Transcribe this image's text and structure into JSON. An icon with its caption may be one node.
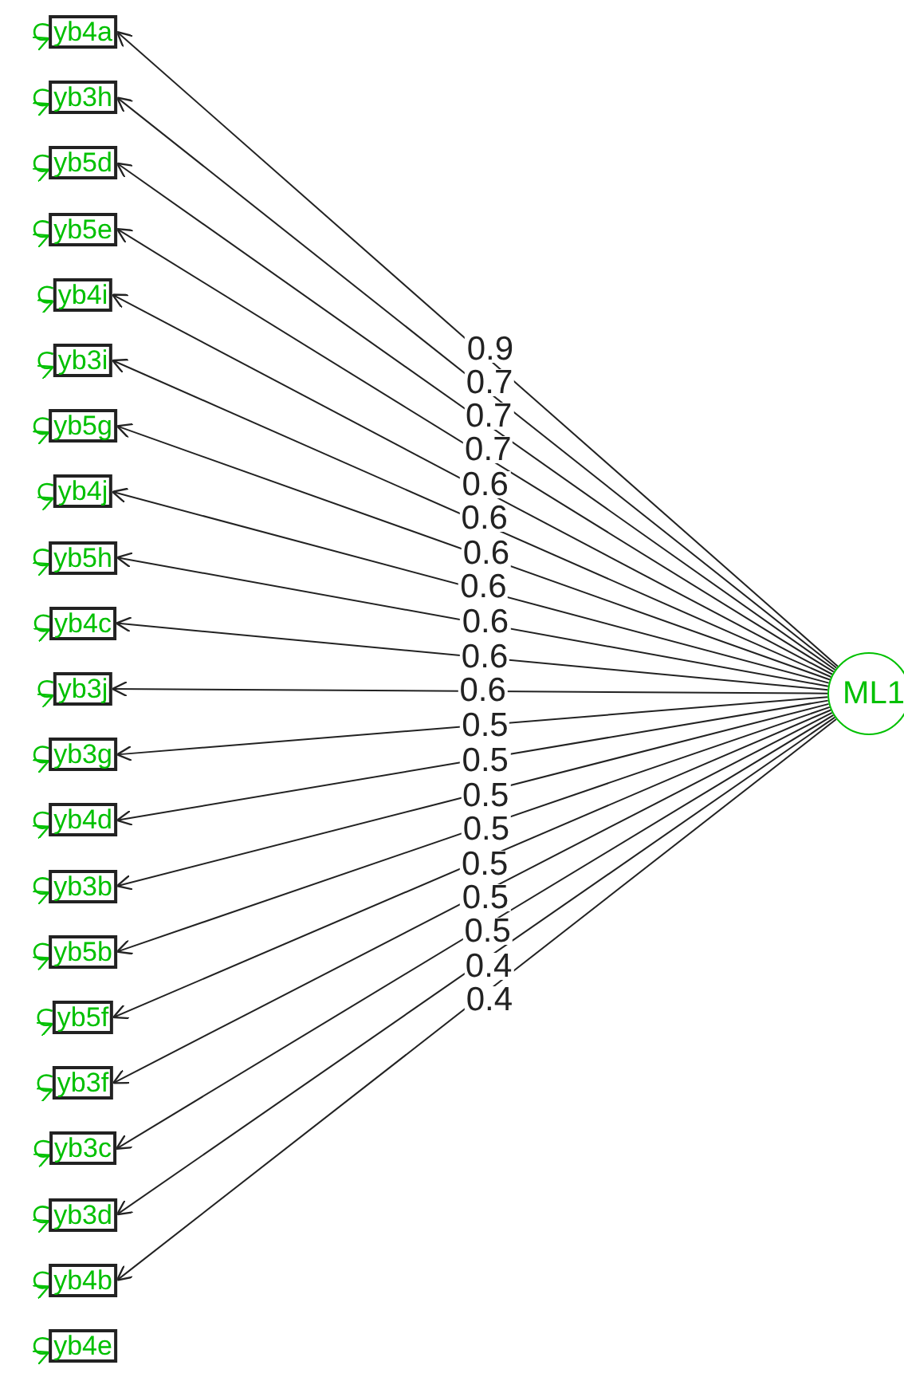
{
  "diagram": {
    "nodes": [
      {
        "text": [
          "yb4a"
        ]
      },
      {
        "text": [
          "yb3h"
        ]
      },
      {
        "text": [
          "yb5d"
        ]
      },
      {
        "text": [
          "yb5e"
        ]
      },
      {
        "text": [
          "yb4i"
        ]
      },
      {
        "text": [
          "yb3i"
        ]
      },
      {
        "text": [
          "yb5g"
        ]
      },
      {
        "text": [
          "yb4j"
        ]
      },
      {
        "text": [
          "yb5h"
        ]
      },
      {
        "text": [
          "yb4c"
        ]
      },
      {
        "text": [
          "yb3j"
        ]
      },
      {
        "text": [
          "yb3g"
        ]
      },
      {
        "text": [
          "yb4d"
        ]
      },
      {
        "text": [
          "yb3b"
        ]
      },
      {
        "text": [
          "yb5b"
        ]
      },
      {
        "text": [
          "yb5f"
        ]
      },
      {
        "text": [
          "yb3f"
        ]
      },
      {
        "text": [
          "yb3c"
        ]
      },
      {
        "text": [
          "yb3d"
        ]
      },
      {
        "text": [
          "yb4b"
        ]
      },
      {
        "text": [
          "yb4e"
        ]
      },
      {
        "text": [
          "ML1"
        ]
      }
    ],
    "edges": [
      {
        "from": 21,
        "to": 0,
        "arrow": "to",
        "label": "0.9",
        "color": "#222222"
      },
      {
        "from": 21,
        "to": 1,
        "arrow": "to",
        "label": "0.7",
        "color": "#222222"
      },
      {
        "from": 21,
        "to": 2,
        "arrow": "to",
        "label": "0.7",
        "color": "#222222"
      },
      {
        "from": 21,
        "to": 3,
        "arrow": "to",
        "label": "0.7",
        "color": "#222222"
      },
      {
        "from": 21,
        "to": 4,
        "arrow": "to",
        "label": "0.6",
        "color": "#222222"
      },
      {
        "from": 21,
        "to": 5,
        "arrow": "to",
        "label": "0.6",
        "color": "#222222"
      },
      {
        "from": 21,
        "to": 6,
        "arrow": "to",
        "label": "0.6",
        "color": "#222222"
      },
      {
        "from": 21,
        "to": 7,
        "arrow": "to",
        "label": "0.6",
        "color": "#222222"
      },
      {
        "from": 21,
        "to": 8,
        "arrow": "to",
        "label": "0.6",
        "color": "#222222"
      },
      {
        "from": 21,
        "to": 9,
        "arrow": "to",
        "label": "0.6",
        "color": "#222222"
      },
      {
        "from": 21,
        "to": 10,
        "arrow": "to",
        "label": "0.6",
        "color": "#222222"
      },
      {
        "from": 21,
        "to": 11,
        "arrow": "to",
        "label": "0.5",
        "color": "#222222"
      },
      {
        "from": 21,
        "to": 12,
        "arrow": "to",
        "label": "0.5",
        "color": "#222222"
      },
      {
        "from": 21,
        "to": 13,
        "arrow": "to",
        "label": "0.5",
        "color": "#222222"
      },
      {
        "from": 21,
        "to": 14,
        "arrow": "to",
        "label": "0.5",
        "color": "#222222"
      },
      {
        "from": 21,
        "to": 15,
        "arrow": "to",
        "label": "0.5",
        "color": "#222222"
      },
      {
        "from": 21,
        "to": 16,
        "arrow": "to",
        "label": "0.5",
        "color": "#222222"
      },
      {
        "from": 21,
        "to": 17,
        "arrow": "to",
        "label": "0.5",
        "color": "#222222"
      },
      {
        "from": 21,
        "to": 18,
        "arrow": "to",
        "label": "0.4",
        "color": "#222222"
      },
      {
        "from": 21,
        "to": 19,
        "arrow": "to",
        "label": "0.4",
        "color": "#222222"
      },
      {
        "from": 0,
        "to": 0,
        "arrow": "to"
      },
      {
        "from": 1,
        "to": 1,
        "arrow": "to"
      },
      {
        "from": 2,
        "to": 2,
        "arrow": "to"
      },
      {
        "from": 3,
        "to": 3,
        "arrow": "to"
      },
      {
        "from": 4,
        "to": 4,
        "arrow": "to"
      },
      {
        "from": 5,
        "to": 5,
        "arrow": "to"
      },
      {
        "from": 6,
        "to": 6,
        "arrow": "to"
      },
      {
        "from": 7,
        "to": 7,
        "arrow": "to"
      },
      {
        "from": 8,
        "to": 8,
        "arrow": "to"
      },
      {
        "from": 9,
        "to": 9,
        "arrow": "to"
      },
      {
        "from": 10,
        "to": 10,
        "arrow": "to"
      },
      {
        "from": 11,
        "to": 11,
        "arrow": "to"
      },
      {
        "from": 12,
        "to": 12,
        "arrow": "to"
      },
      {
        "from": 13,
        "to": 13,
        "arrow": "to"
      },
      {
        "from": 14,
        "to": 14,
        "arrow": "to"
      },
      {
        "from": 15,
        "to": 15,
        "arrow": "to"
      },
      {
        "from": 16,
        "to": 16,
        "arrow": "to"
      },
      {
        "from": 17,
        "to": 17,
        "arrow": "to"
      },
      {
        "from": 18,
        "to": 18,
        "arrow": "to"
      },
      {
        "from": 19,
        "to": 19,
        "arrow": "to"
      },
      {
        "from": 20,
        "to": 20,
        "arrow": "to"
      }
    ]
  }
}
